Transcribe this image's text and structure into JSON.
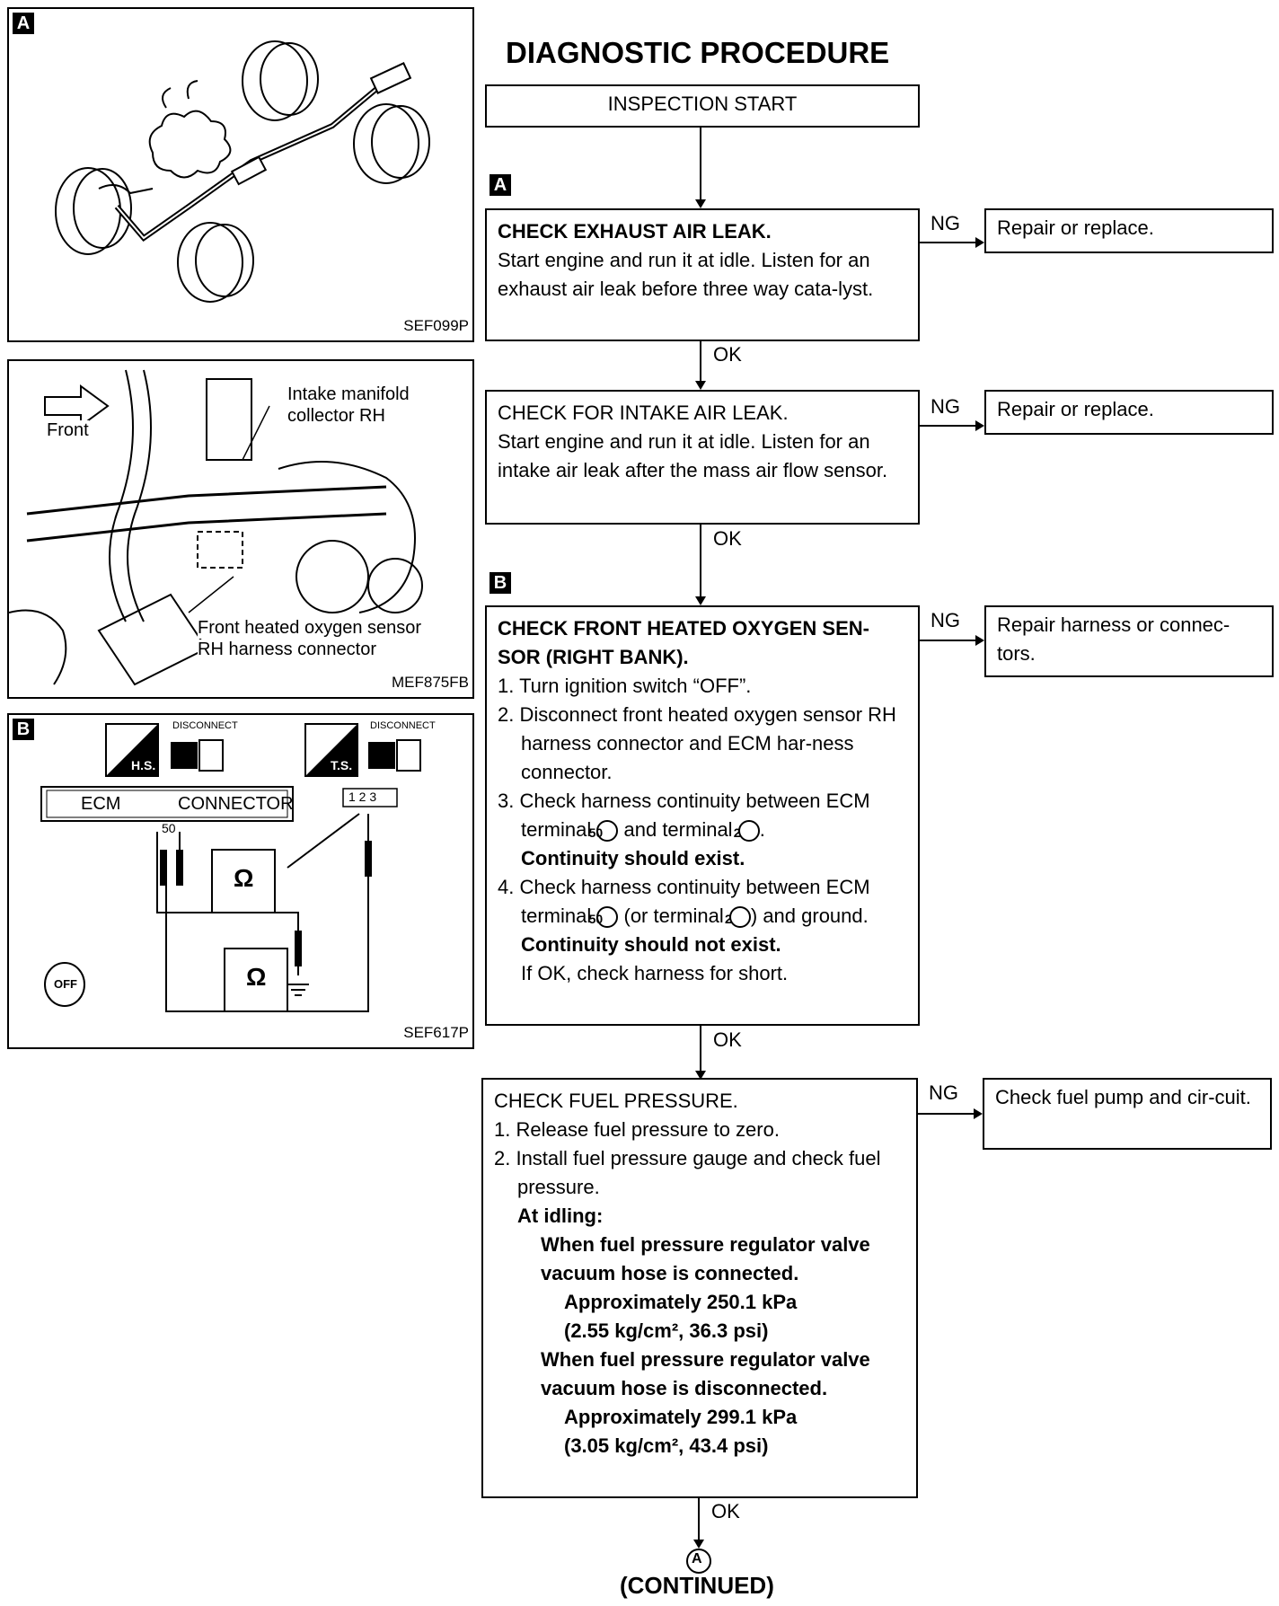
{
  "title": "DIAGNOSTIC PROCEDURE",
  "start_box": "INSPECTION START",
  "steps": {
    "s1": {
      "marker": "A",
      "heading": "CHECK EXHAUST AIR LEAK.",
      "body": "Start engine and run it at idle. Listen for an exhaust air leak before three way cata-lyst.",
      "ng_label": "NG",
      "ng_text": "Repair or replace.",
      "ok_label": "OK"
    },
    "s2": {
      "heading": "CHECK FOR INTAKE AIR LEAK.",
      "body": "Start engine and run it at idle. Listen for an intake air leak after the mass air flow sensor.",
      "ng_label": "NG",
      "ng_text": "Repair or replace.",
      "ok_label": "OK"
    },
    "s3": {
      "marker": "B",
      "heading": "CHECK FRONT HEATED OXYGEN SEN-SOR (RIGHT BANK).",
      "items": [
        "1. Turn ignition switch “OFF”.",
        "2. Disconnect front heated oxygen sensor RH harness connector and ECM har-ness connector.",
        "3. Check harness continuity between ECM terminal",
        "and terminal",
        "Continuity should exist.",
        "4. Check harness continuity between ECM terminal",
        "(or terminal",
        ") and ground.",
        "Continuity should not exist.",
        "If OK, check harness for short."
      ],
      "terminal_a": "50",
      "terminal_b": "2",
      "ng_label": "NG",
      "ng_text": "Repair harness or connec-tors.",
      "ok_label": "OK"
    },
    "s4": {
      "heading": "CHECK FUEL PRESSURE.",
      "items": [
        "1. Release fuel pressure to zero.",
        "2. Install fuel pressure gauge and check fuel pressure."
      ],
      "idle_label": "At idling:",
      "cond1": "When fuel pressure regulator valve vacuum hose is connected.",
      "val1": "Approximately 250.1 kPa",
      "val1b": "(2.55 kg/cm², 36.3 psi)",
      "cond2": "When fuel pressure regulator valve vacuum hose is disconnected.",
      "val2": "Approximately 299.1 kPa",
      "val2b": "(3.05 kg/cm², 43.4 psi)",
      "ng_label": "NG",
      "ng_text": "Check fuel pump and cir-cuit.",
      "ok_label": "OK"
    }
  },
  "connector_symbol": "A",
  "continued": "(CONTINUED)",
  "figures": {
    "fig1": {
      "tag": "A",
      "code": "SEF099P"
    },
    "fig2": {
      "code": "MEF875FB",
      "front": "Front",
      "intake1": "Intake manifold",
      "intake2": "collector RH",
      "sensor1": "Front heated oxygen sensor",
      "sensor2": "RH harness connector"
    },
    "fig3": {
      "tag": "B",
      "code": "SEF617P",
      "disc1": "DISCONNECT",
      "disc2": "DISCONNECT",
      "hs": "H.S.",
      "ts": "T.S.",
      "ecm": "ECM",
      "connector": "CONNECTOR",
      "pin50": "50",
      "pins": "1 2 3",
      "ohm": "Ω",
      "off": "OFF"
    }
  }
}
